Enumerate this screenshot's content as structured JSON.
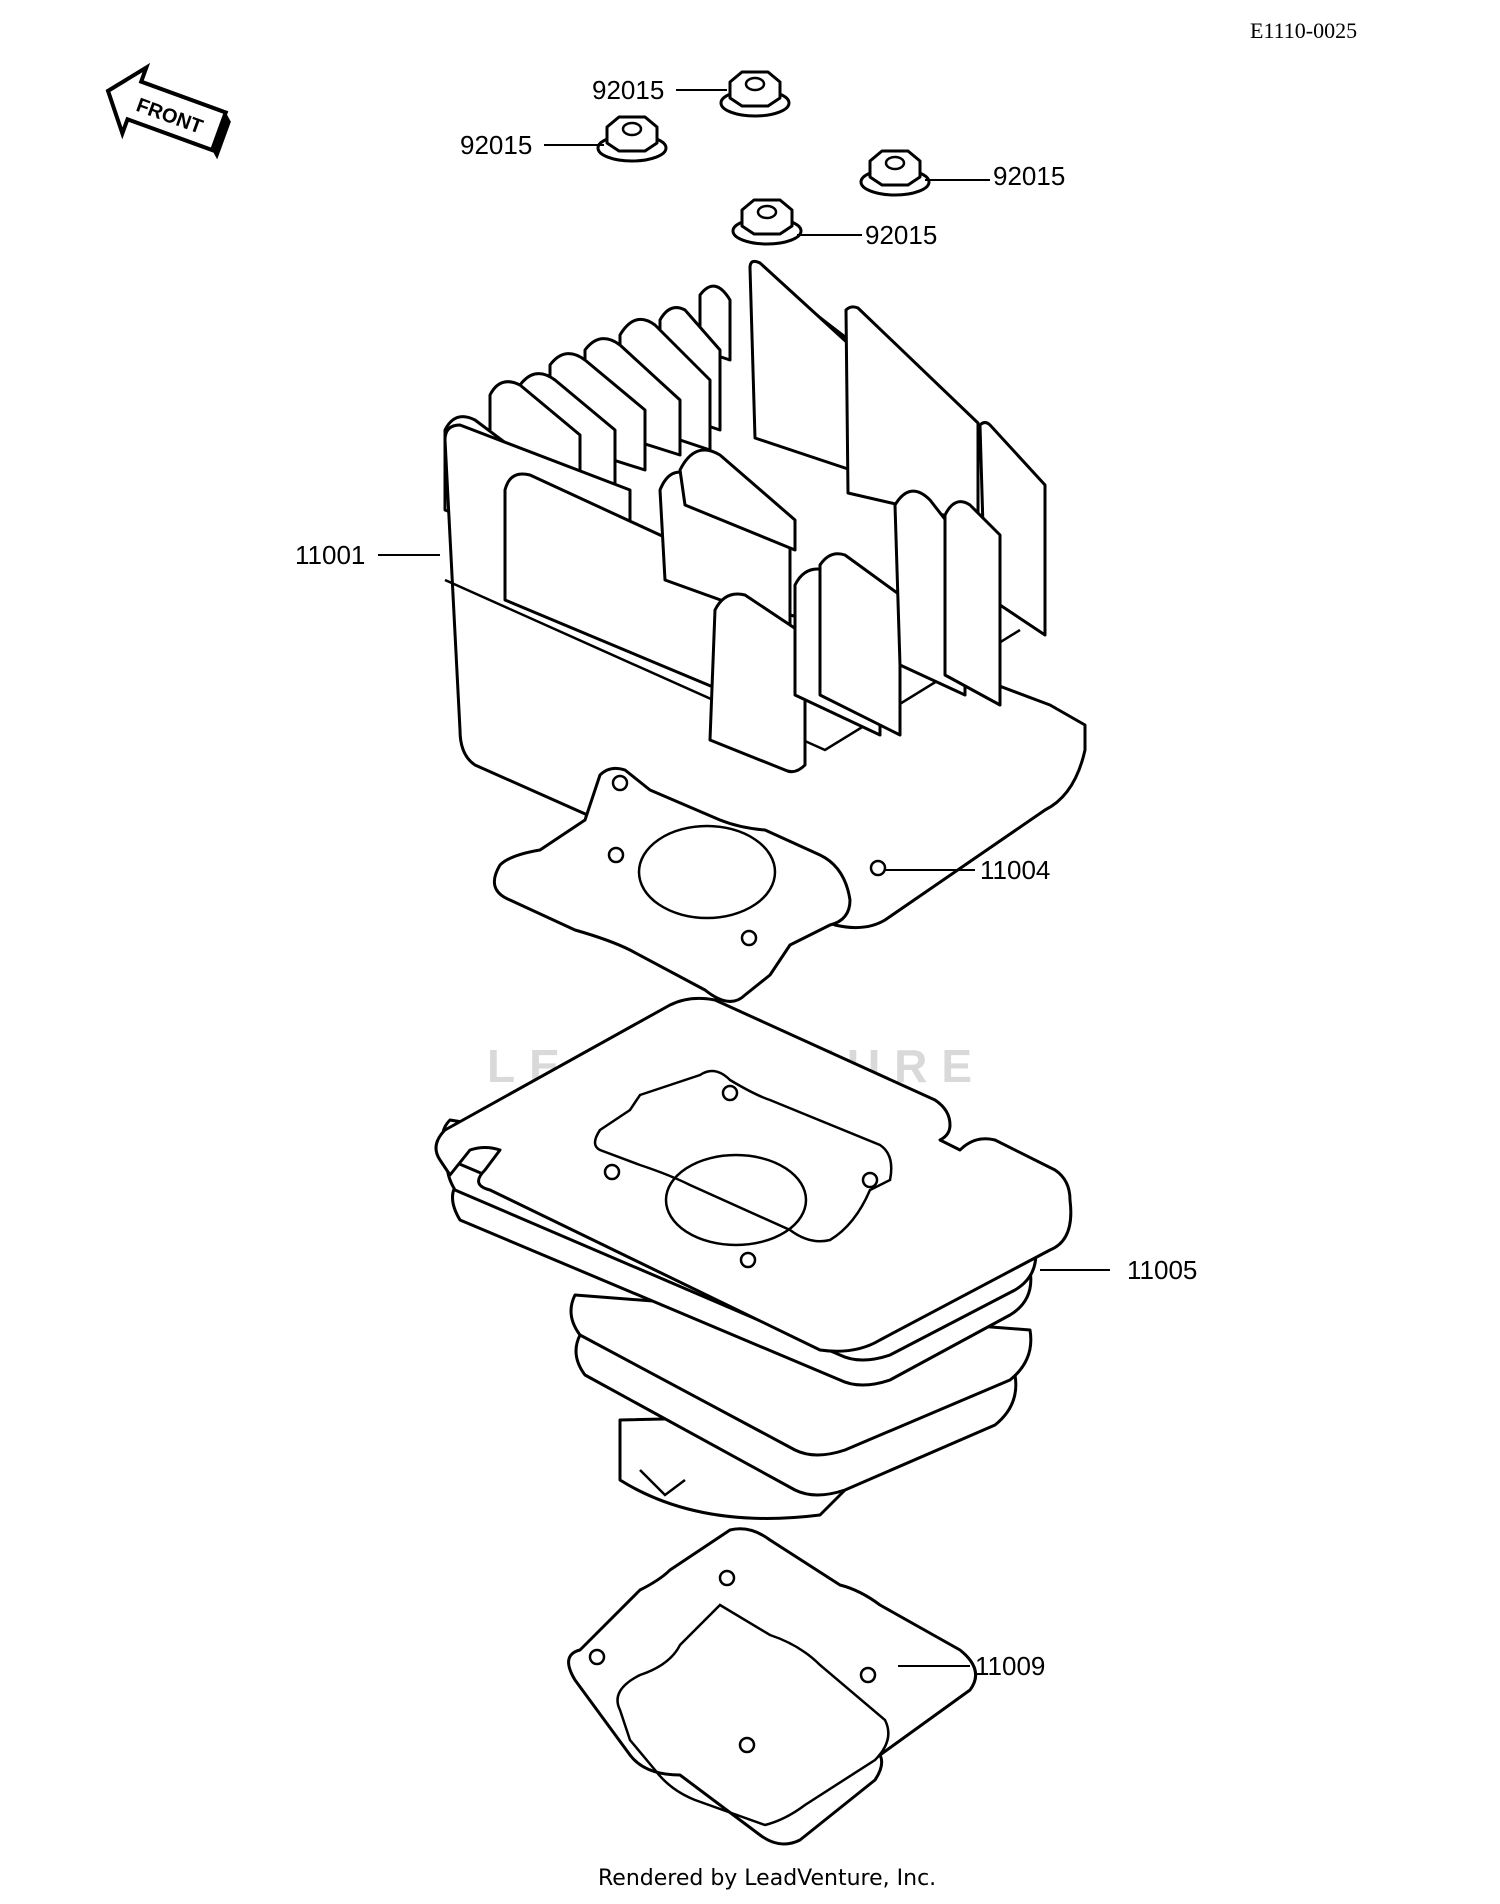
{
  "diagram_code": "E1110-0025",
  "front_arrow_label": "FRONT",
  "watermark": "LEADVENTURE",
  "footer": "Rendered by LeadVenture, Inc.",
  "parts": {
    "nut_1": "92015",
    "nut_2": "92015",
    "nut_3": "92015",
    "nut_4": "92015",
    "cylinder_head": "11001",
    "head_gasket": "11004",
    "cylinder": "11005",
    "base_gasket": "11009"
  }
}
